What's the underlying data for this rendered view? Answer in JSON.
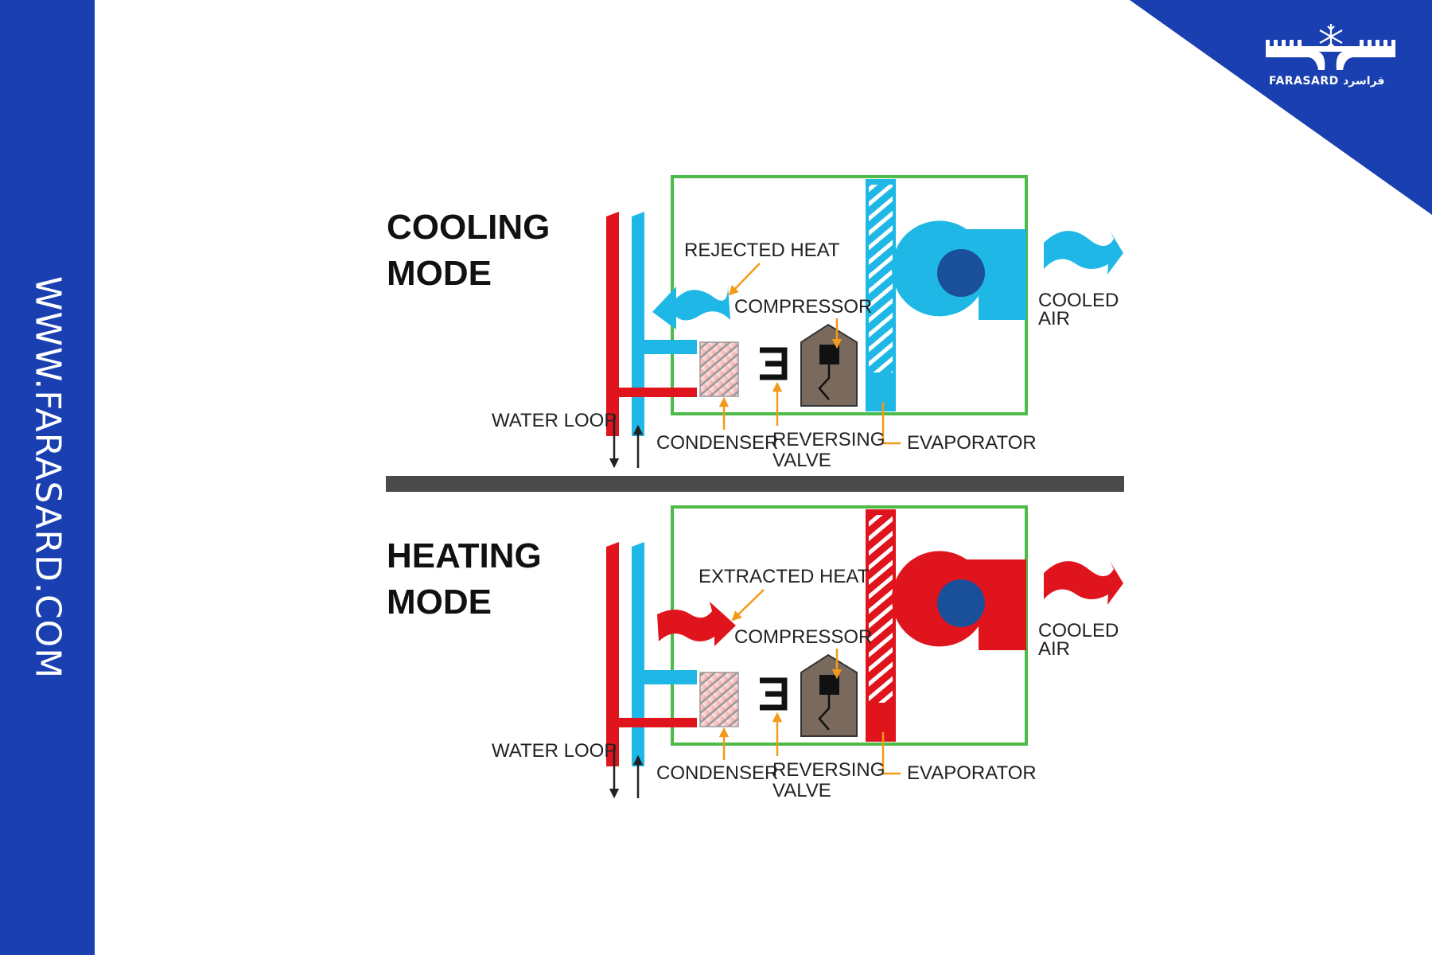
{
  "sidebar": {
    "url": "WWW.FARASARD.COM"
  },
  "brand": {
    "logo_text": "FARASARD",
    "logo_text_fa": "فراسرد"
  },
  "colors": {
    "brand_blue": "#1a3fb0",
    "cold_blue": "#1fb8e6",
    "hot_red": "#e0141c",
    "unit_outline": "#4cbb47",
    "leader": "#f39a1a",
    "compressor_brown": "#7a6a5e",
    "divider": "#4a4a4a"
  },
  "cooling": {
    "title_line1": "COOLING",
    "title_line2": "MODE",
    "heat_label": "REJECTED HEAT",
    "compressor": "COMPRESSOR",
    "water_loop": "WATER LOOP",
    "condenser": "CONDENSER",
    "reversing_1": "REVERSING",
    "reversing_2": "VALVE",
    "evaporator": "EVAPORATOR",
    "air_1": "COOLED",
    "air_2": "AIR"
  },
  "heating": {
    "title_line1": "HEATING",
    "title_line2": "MODE",
    "heat_label": "EXTRACTED HEAT",
    "compressor": "COMPRESSOR",
    "water_loop": "WATER LOOP",
    "condenser": "CONDENSER",
    "reversing_1": "REVERSING",
    "reversing_2": "VALVE",
    "evaporator": "EVAPORATOR",
    "air_1": "COOLED",
    "air_2": "AIR"
  }
}
